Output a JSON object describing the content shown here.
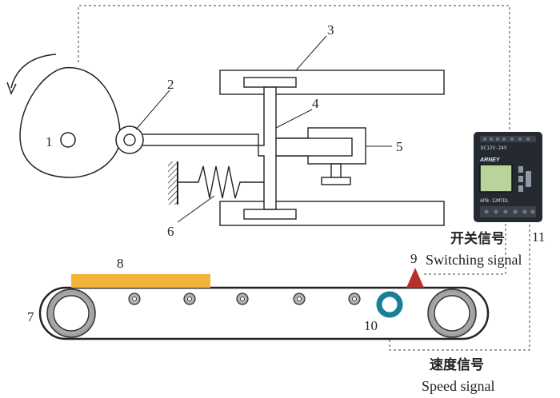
{
  "labels": {
    "n1": "1",
    "n2": "2",
    "n3": "3",
    "n4": "4",
    "n5": "5",
    "n6": "6",
    "n7": "7",
    "n8": "8",
    "n9": "9",
    "n10": "10",
    "n11": "11"
  },
  "signals": {
    "switching_cn": "开关信号",
    "switching_en": "Switching signal",
    "speed_cn": "速度信号",
    "speed_en": "Speed signal"
  },
  "plc": {
    "brand": "ARNEY",
    "model": "APB-12MTDL",
    "top_text": "DC12V-24V"
  },
  "colors": {
    "product": "#f4b43a",
    "trigger": "#b5302a",
    "sensor": "#1a7f96",
    "plc_body": "#252a30",
    "plc_screen": "#b9d49a"
  }
}
